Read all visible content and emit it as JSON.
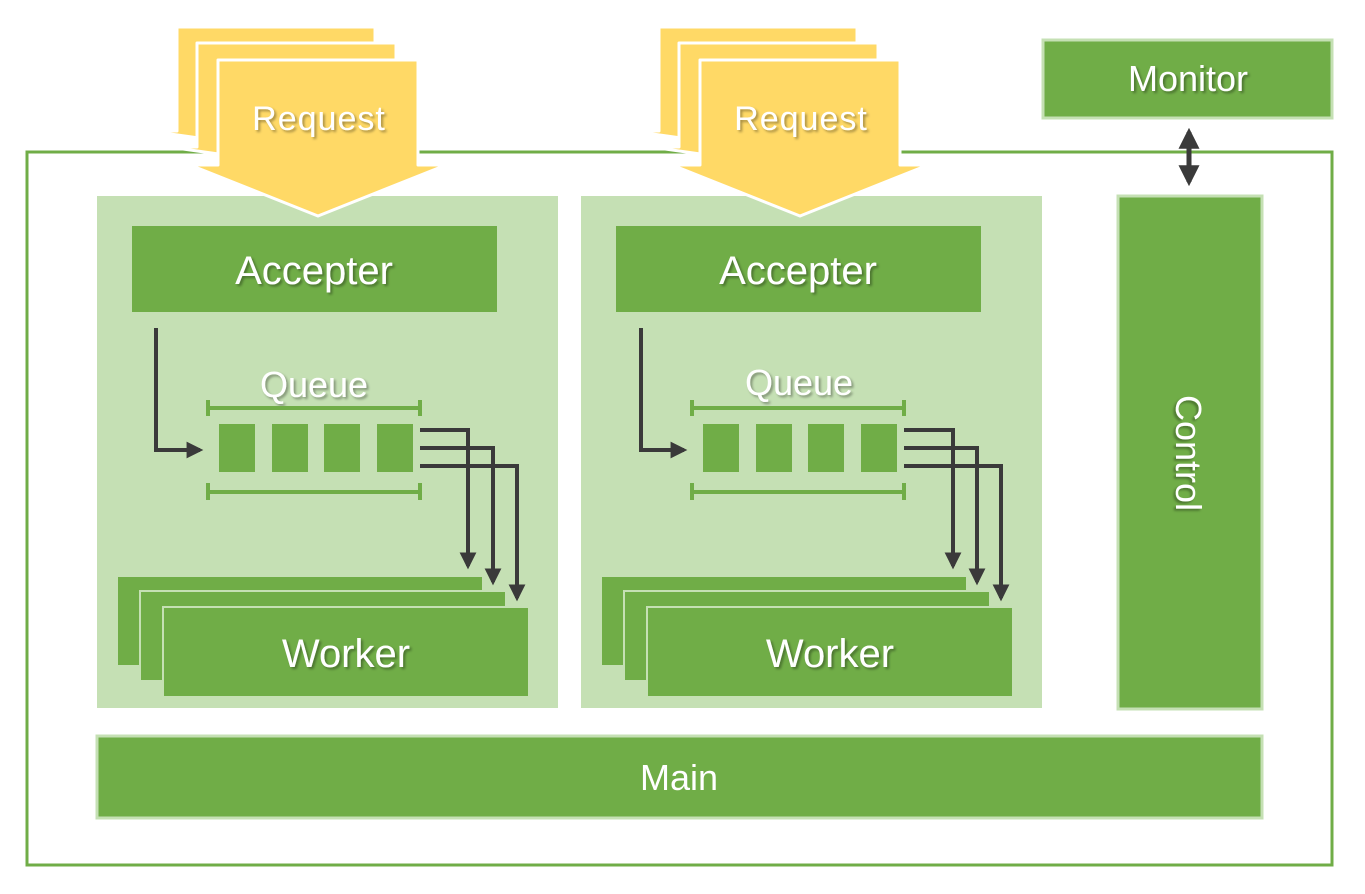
{
  "diagram": {
    "request_label": "Request",
    "accepter_label": "Accepter",
    "queue_label": "Queue",
    "worker_label": "Worker",
    "control_label": "Control",
    "monitor_label": "Monitor",
    "main_label": "Main"
  },
  "colors": {
    "green": "#70AD47",
    "light_green": "#C5E0B4",
    "outline_green": "#70AD47",
    "request_yellow": "#FFD966",
    "arrow_dark": "#3A3A3A"
  }
}
